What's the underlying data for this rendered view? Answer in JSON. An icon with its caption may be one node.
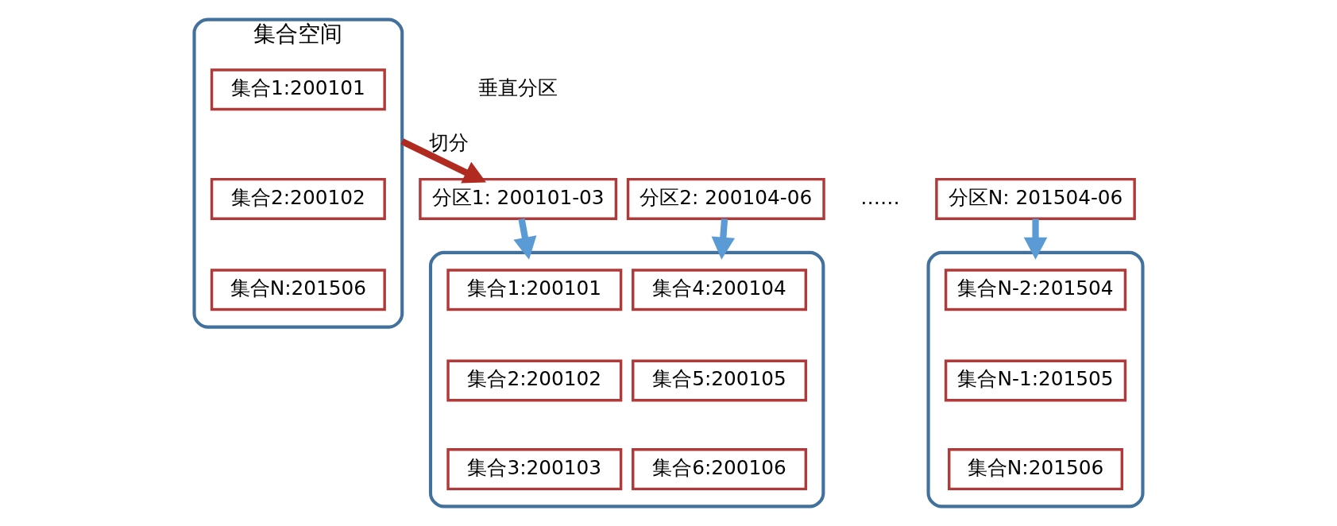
{
  "diagram": {
    "nodes": [
      {
        "text": [
          "集合空间"
        ]
      },
      {
        "text": [
          "集合1:200101"
        ],
        "in": 0
      },
      {
        "text": [
          "集合2:200102"
        ],
        "in": 0
      },
      {
        "text": [
          "集合N:201506"
        ],
        "in": 0
      },
      {
        "text": [
          "分区1: 200101-03"
        ]
      },
      {
        "text": [
          "分区2: 200104-06"
        ]
      },
      {
        "text": [
          "分区N: 201504-06"
        ]
      },
      {
        "text": [],
        "shape": "box"
      },
      {
        "text": [
          "集合1:200101"
        ],
        "in": 7
      },
      {
        "text": [
          "集合2:200102"
        ],
        "in": 7
      },
      {
        "text": [
          "集合3:200103"
        ],
        "in": 7
      },
      {
        "text": [
          "集合4:200104"
        ],
        "in": 7
      },
      {
        "text": [
          "集合5:200105"
        ],
        "in": 7
      },
      {
        "text": [
          "集合6:200106"
        ],
        "in": 7
      },
      {
        "text": [],
        "shape": "box"
      },
      {
        "text": [
          "集合N-2:201504"
        ],
        "in": 14
      },
      {
        "text": [
          "集合N-1:201505"
        ],
        "in": 14
      },
      {
        "text": [
          "集合N:201506"
        ],
        "in": 14
      }
    ],
    "edges": [
      {
        "from": 0,
        "to": 4,
        "arrow": "to",
        "label": "切分",
        "color": "#b02a20"
      },
      {
        "from": 4,
        "to": 7,
        "arrow": "to"
      },
      {
        "from": 5,
        "to": 7,
        "arrow": "to"
      },
      {
        "from": 6,
        "to": 14,
        "arrow": "to"
      }
    ],
    "labels": [
      "垂直分区",
      "……"
    ]
  }
}
